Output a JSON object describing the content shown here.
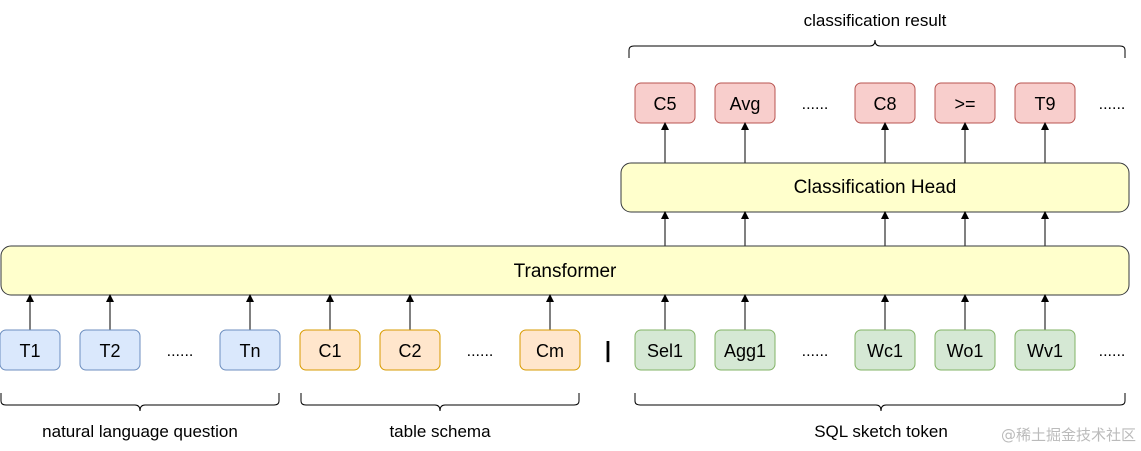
{
  "labels": {
    "classification_result": "classification result",
    "classification_head": "Classification Head",
    "transformer": "Transformer",
    "natural_language_question": "natural language question",
    "table_schema": "table schema",
    "sql_sketch_token": "SQL sketch token",
    "separator": "|",
    "watermark": "@稀土掘金技术社区"
  },
  "question_tokens": [
    "T1",
    "T2",
    "......",
    "Tn"
  ],
  "schema_tokens": [
    "C1",
    "C2",
    "......",
    "Cm"
  ],
  "sql_tokens": [
    "Sel1",
    "Agg1",
    "......",
    "Wc1",
    "Wo1",
    "Wv1",
    "......"
  ],
  "result_tokens": [
    "C5",
    "Avg",
    "......",
    "C8",
    ">=",
    "T9",
    "......"
  ],
  "colors": {
    "question_fill": "#dae8fc",
    "question_stroke": "#6c8ebf",
    "schema_fill": "#ffe6cc",
    "schema_stroke": "#d79b00",
    "sql_fill": "#d5e8d4",
    "sql_stroke": "#82b366",
    "result_fill": "#f8cecc",
    "result_stroke": "#b85450",
    "block_fill": "#ffffcc",
    "block_stroke": "#36393d"
  }
}
